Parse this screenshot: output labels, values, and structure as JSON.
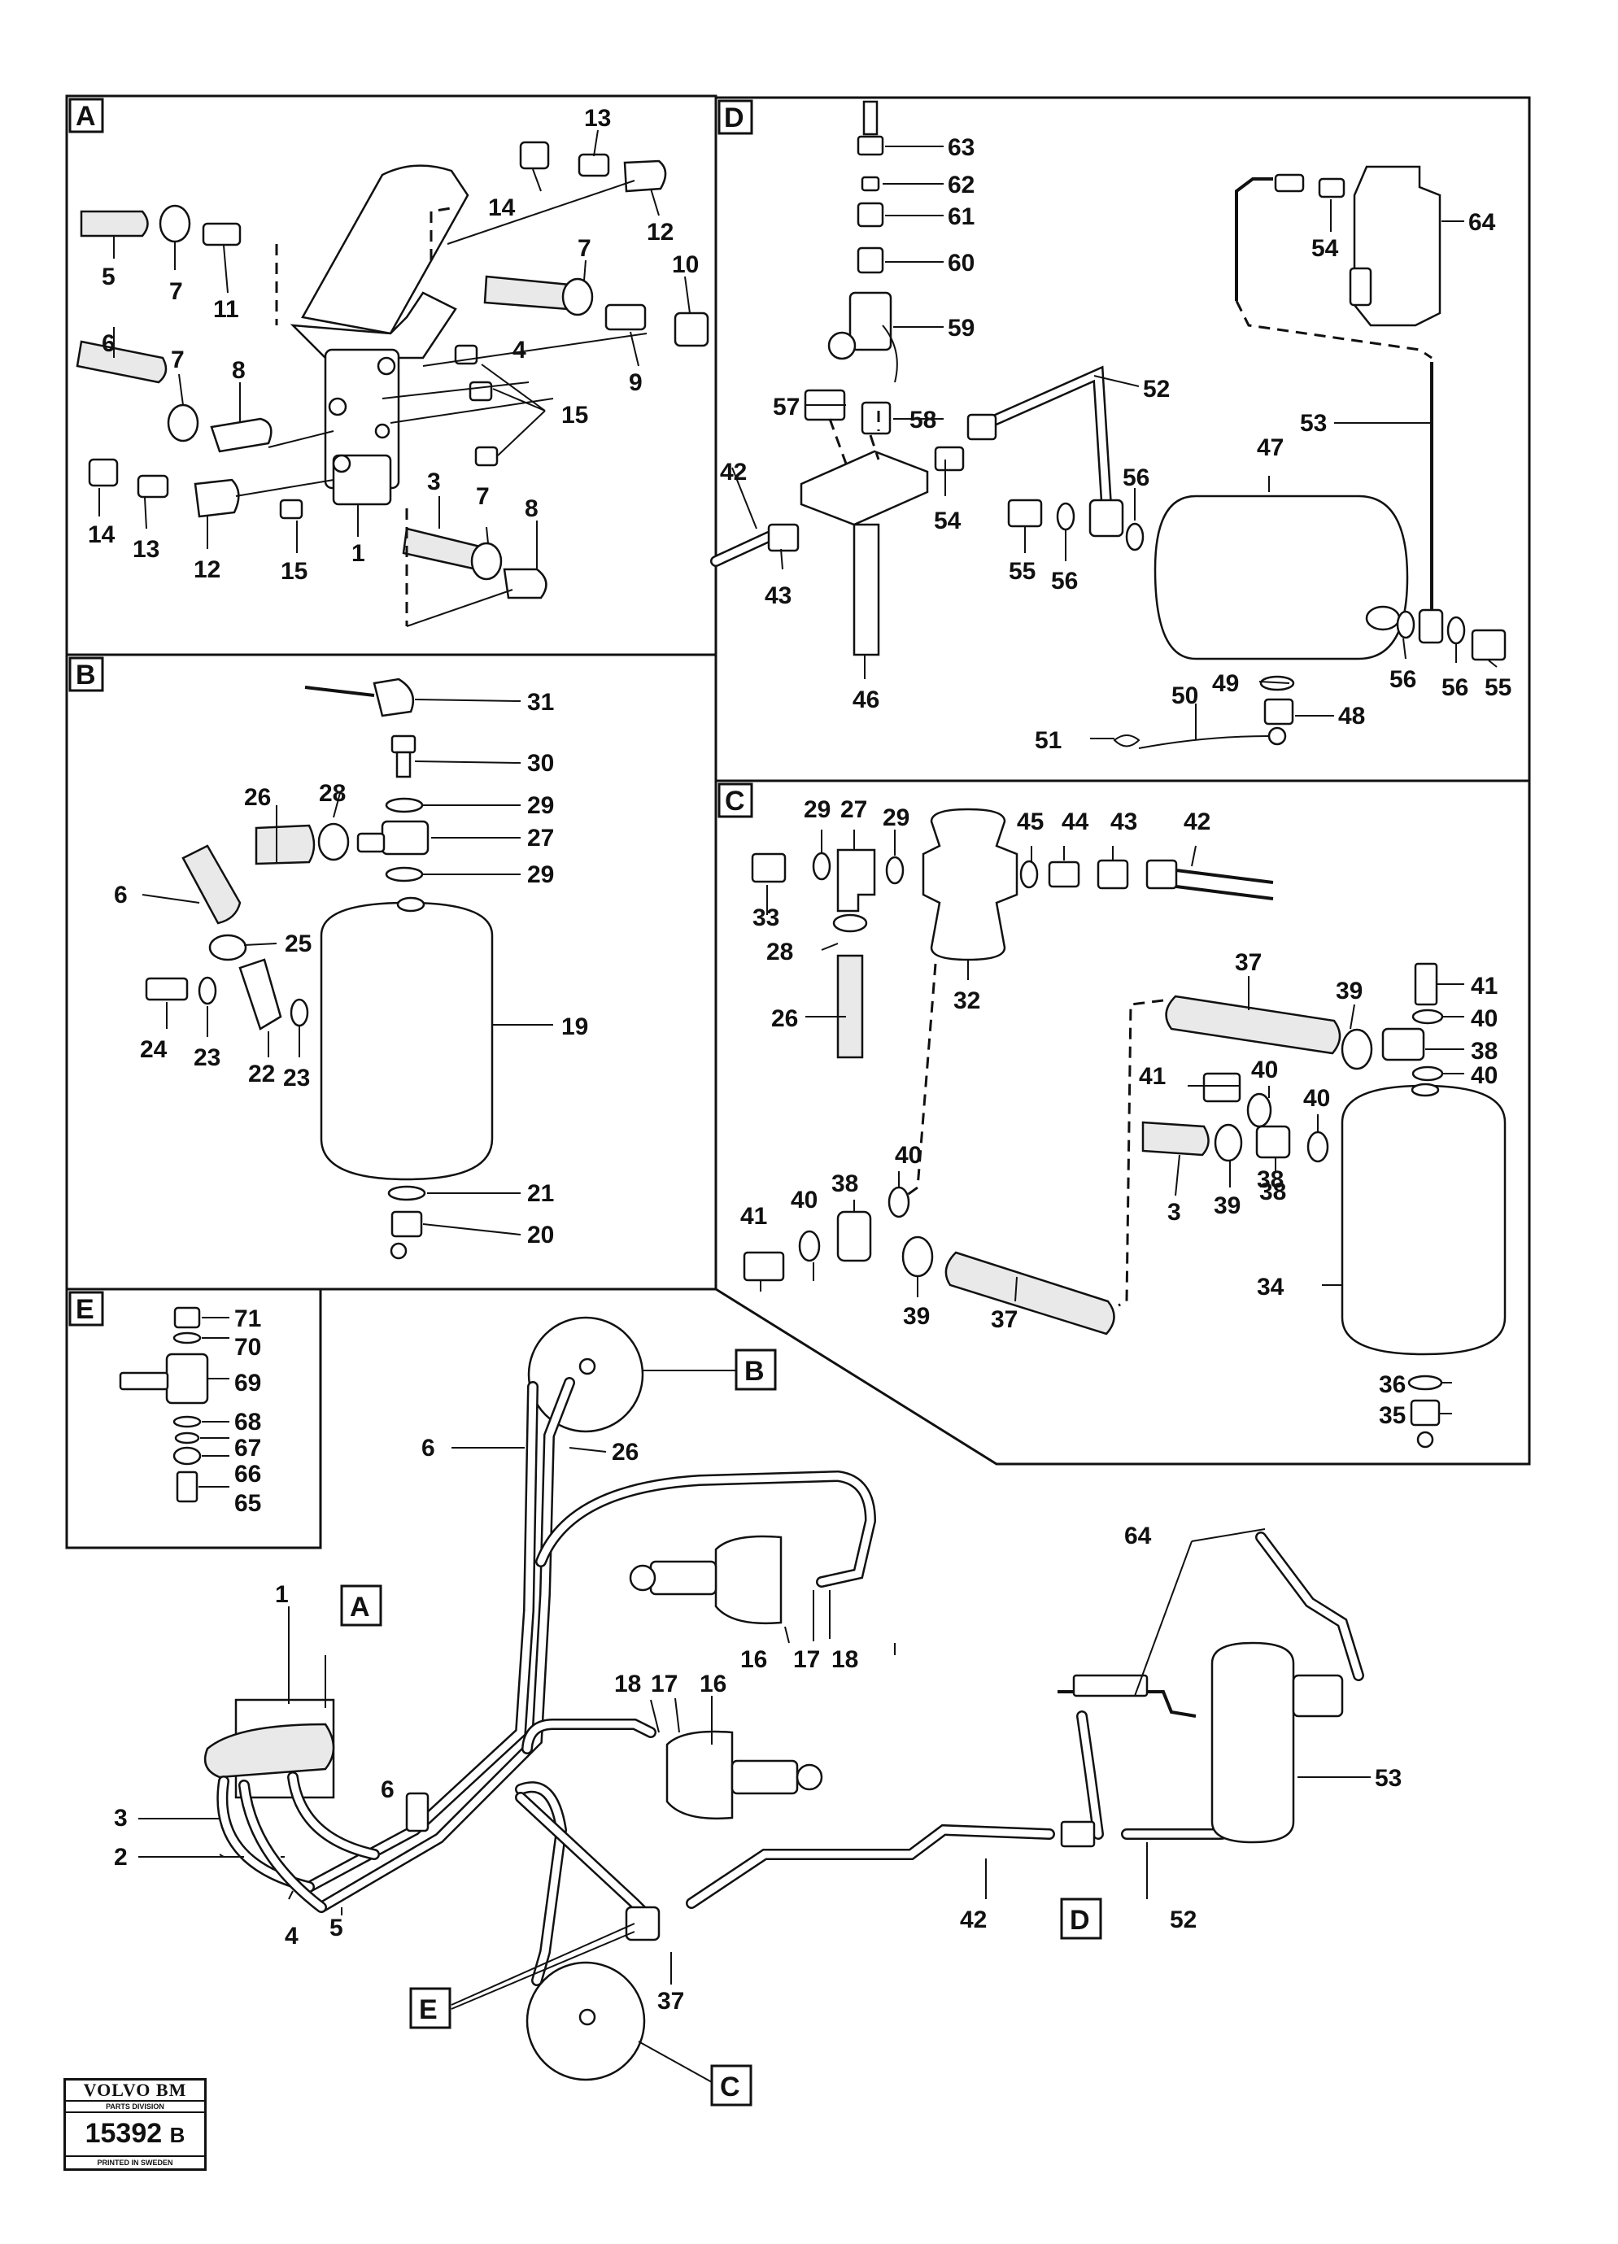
{
  "sections": {
    "A": "A",
    "B": "B",
    "C": "C",
    "D": "D",
    "E": "E"
  },
  "overview_labels": {
    "A": "A",
    "B": "B",
    "C": "C",
    "D": "D",
    "E": "E"
  },
  "logo": {
    "brand": "VOLVO BM",
    "division": "PARTS DIVISION",
    "number": "15392",
    "revision": "B",
    "footer": "PRINTED IN SWEDEN"
  },
  "callouts": {
    "A": [
      "13",
      "14",
      "12",
      "5",
      "7",
      "11",
      "10",
      "7",
      "4",
      "9",
      "6",
      "7",
      "8",
      "15",
      "14",
      "13",
      "12",
      "3",
      "7",
      "8",
      "1",
      "15"
    ],
    "B": [
      "31",
      "30",
      "29",
      "28",
      "26",
      "27",
      "29",
      "6",
      "25",
      "24",
      "23",
      "22",
      "23",
      "19",
      "21",
      "20"
    ],
    "D": [
      "63",
      "62",
      "61",
      "60",
      "59",
      "64",
      "54",
      "57",
      "58",
      "52",
      "42",
      "54",
      "56",
      "53",
      "47",
      "55",
      "56",
      "43",
      "46",
      "56",
      "56",
      "55",
      "49",
      "48",
      "50",
      "51"
    ],
    "C": [
      "29",
      "27",
      "29",
      "45",
      "44",
      "43",
      "42",
      "33",
      "28",
      "26",
      "32",
      "37",
      "39",
      "41",
      "40",
      "38",
      "41",
      "40",
      "40",
      "40",
      "40",
      "38",
      "3",
      "39",
      "38",
      "41",
      "40",
      "38",
      "39",
      "37",
      "34",
      "36",
      "35"
    ],
    "E": [
      "71",
      "70",
      "69",
      "68",
      "67",
      "66",
      "65"
    ],
    "overview": [
      "6",
      "26",
      "64",
      "1",
      "16",
      "18",
      "17",
      "18",
      "17",
      "16",
      "53",
      "3",
      "6",
      "2",
      "4",
      "5",
      "42",
      "52",
      "37"
    ]
  }
}
